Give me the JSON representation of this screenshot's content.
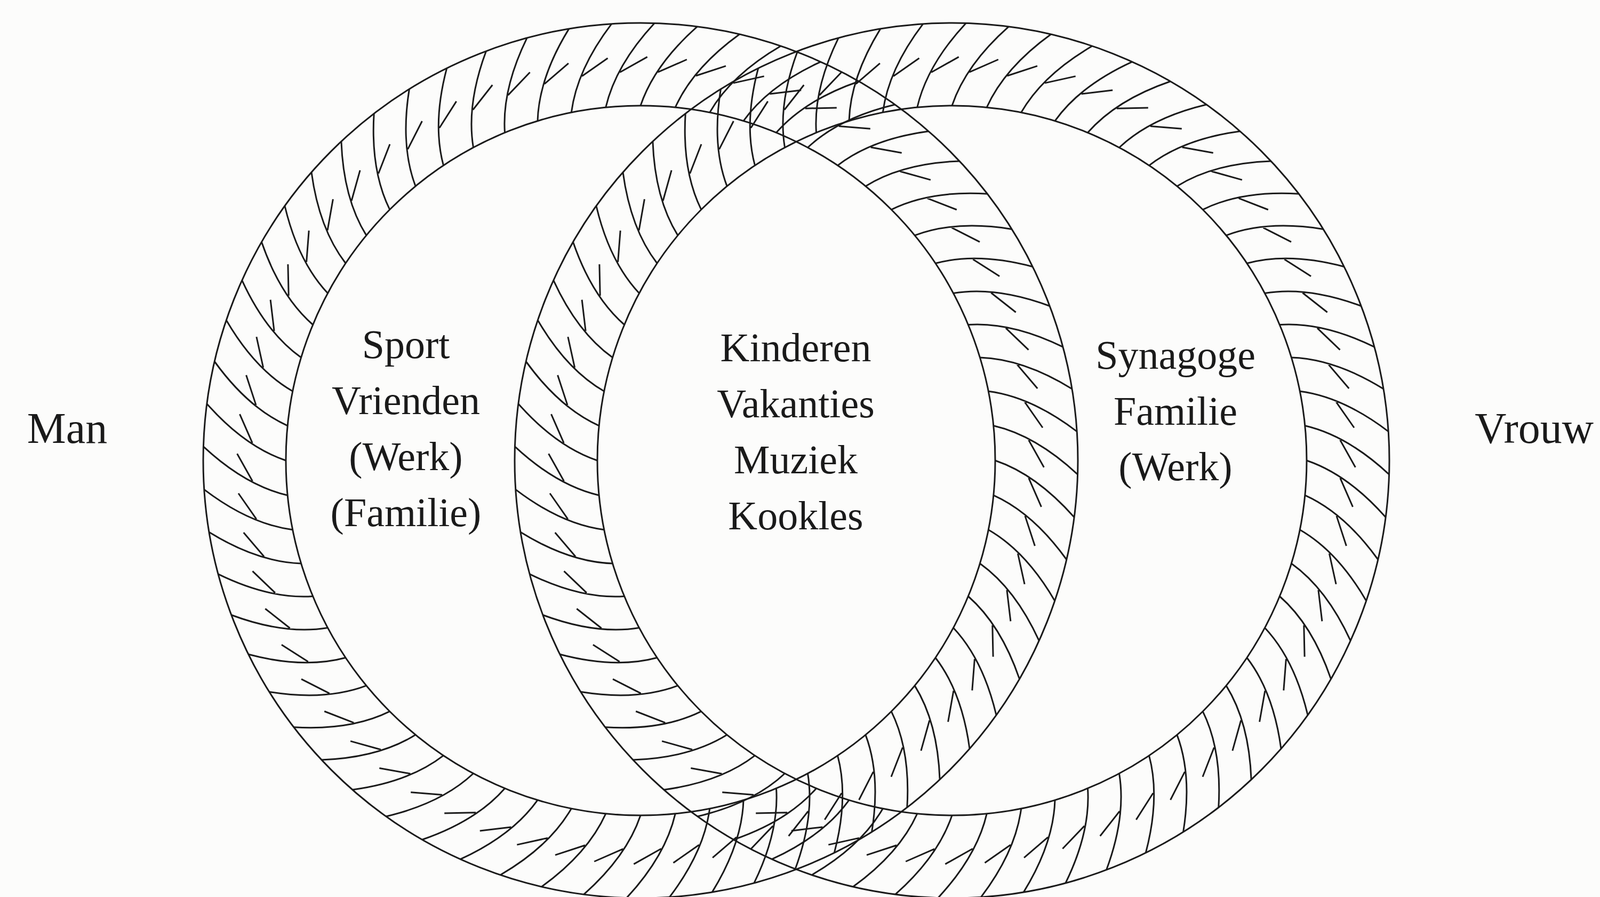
{
  "diagram": {
    "nodes": [
      {
        "text": [
          "Man",
          "Sport Vrienden (Werk) (Familie)"
        ]
      },
      {
        "text": [
          "Vrouw",
          "Synagoge Familie (Werk)"
        ]
      },
      {
        "text": [
          "Kinderen Vakanties Muziek Kookles"
        ]
      }
    ]
  }
}
